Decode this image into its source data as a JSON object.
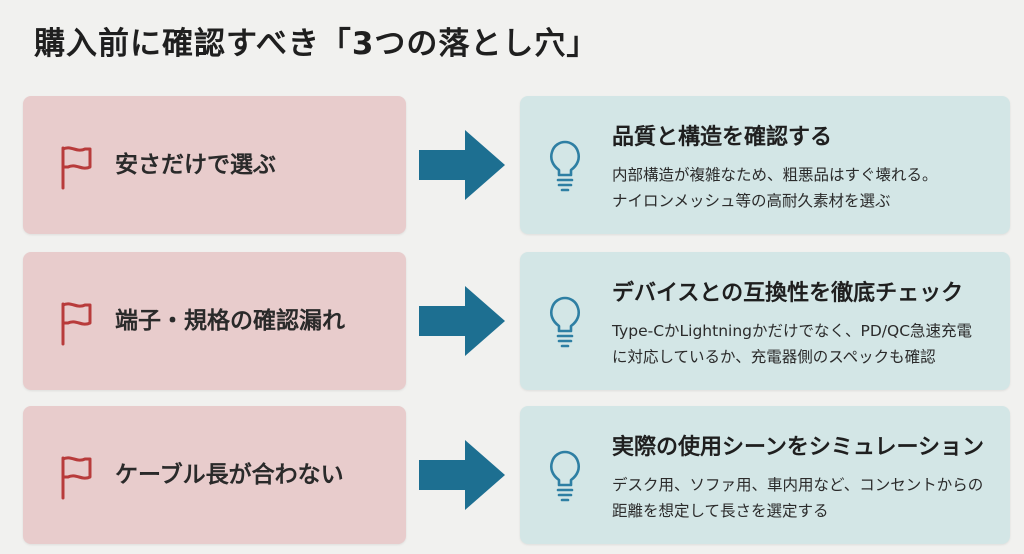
{
  "title": "購入前に確認すべき「3つの落とし穴」",
  "colors": {
    "problem_card_bg": "#e8cccc",
    "solution_card_bg": "#d3e6e6",
    "flag_red": "#b83b3b",
    "arrow_blue": "#1d6f91",
    "bulb_blue": "#2e7fa3"
  },
  "icons": {
    "problem": "flag-icon",
    "transition": "arrow-right-icon",
    "solution": "lightbulb-icon"
  },
  "rows": [
    {
      "problem": "安さだけで選ぶ",
      "solution_title": "品質と構造を確認する",
      "solution_lines": [
        "内部構造が複雑なため、粗悪品はすぐ壊れる。",
        "ナイロンメッシュ等の高耐久素材を選ぶ"
      ]
    },
    {
      "problem": "端子・規格の確認漏れ",
      "solution_title": "デバイスとの互換性を徹底チェック",
      "solution_lines": [
        "Type-CかLightningかだけでなく、PD/QC急速充電",
        "に対応しているか、充電器側のスペックも確認"
      ]
    },
    {
      "problem": "ケーブル長が合わない",
      "solution_title": "実際の使用シーンをシミュレーション",
      "solution_lines": [
        "デスク用、ソファ用、車内用など、コンセントからの",
        "距離を想定して長さを選定する"
      ]
    }
  ]
}
